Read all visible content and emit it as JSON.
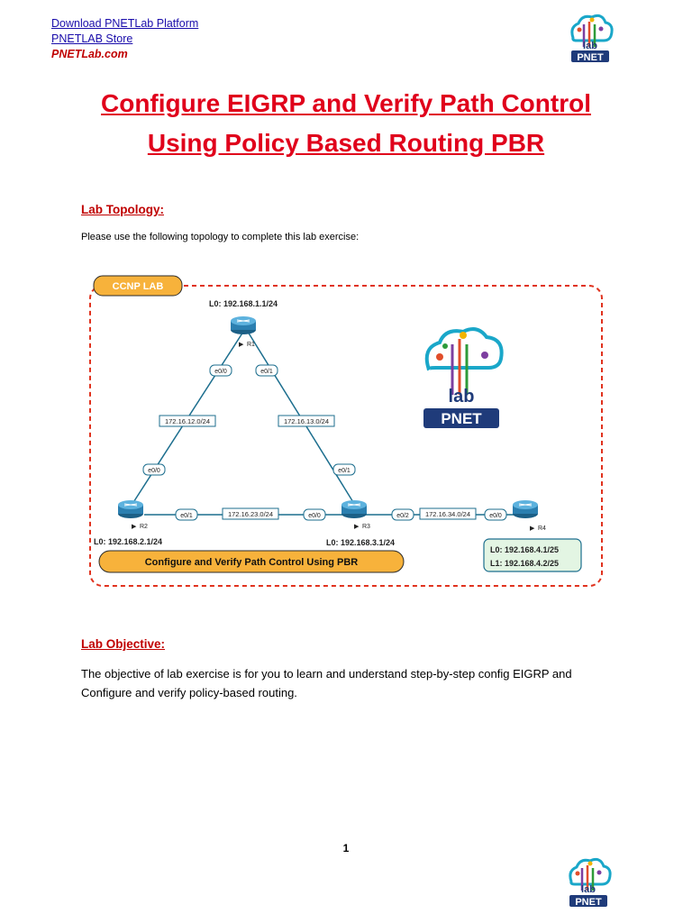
{
  "header": {
    "link_download": "Download PNETLab Platform",
    "link_store": "PNETLAB Store",
    "link_site": "PNETLab.com"
  },
  "logo": {
    "brand_text": "PNET",
    "sub_text": "lab"
  },
  "title": {
    "line1": "Configure EIGRP and Verify Path Control",
    "line2": "Using Policy Based Routing PBR"
  },
  "topology_section": {
    "heading": "Lab Topology:",
    "intro": "Please use the following topology to complete this lab exercise:"
  },
  "diagram": {
    "group_label": "CCNP LAB",
    "banner": "Configure and Verify Path Control Using PBR",
    "routers": {
      "r1": {
        "name": "R1",
        "loopback": "L0: 192.168.1.1/24"
      },
      "r2": {
        "name": "R2",
        "loopback": "L0: 192.168.2.1/24"
      },
      "r3": {
        "name": "R3",
        "loopback": "L0: 192.168.3.1/24"
      },
      "r4": {
        "name": "R4",
        "loopback_0": "L0: 192.168.4.1/25",
        "loopback_1": "L1: 192.168.4.2/25"
      }
    },
    "links": {
      "r1_r2": {
        "subnet": "172.16.12.0/24",
        "if_r1": "e0/0",
        "if_r2": "e0/0"
      },
      "r1_r3": {
        "subnet": "172.16.13.0/24",
        "if_r1": "e0/1",
        "if_r3": "e0/1"
      },
      "r2_r3": {
        "subnet": "172.16.23.0/24",
        "if_r2": "e0/1",
        "if_r3": "e0/0"
      },
      "r3_r4": {
        "subnet": "172.16.34.0/24",
        "if_r3": "e0/2",
        "if_r4": "e0/0"
      }
    }
  },
  "objective_section": {
    "heading": "Lab Objective:",
    "text": "The objective of lab exercise is for you to learn and understand step-by-step config EIGRP and Configure and verify policy-based routing."
  },
  "page_number": "1"
}
